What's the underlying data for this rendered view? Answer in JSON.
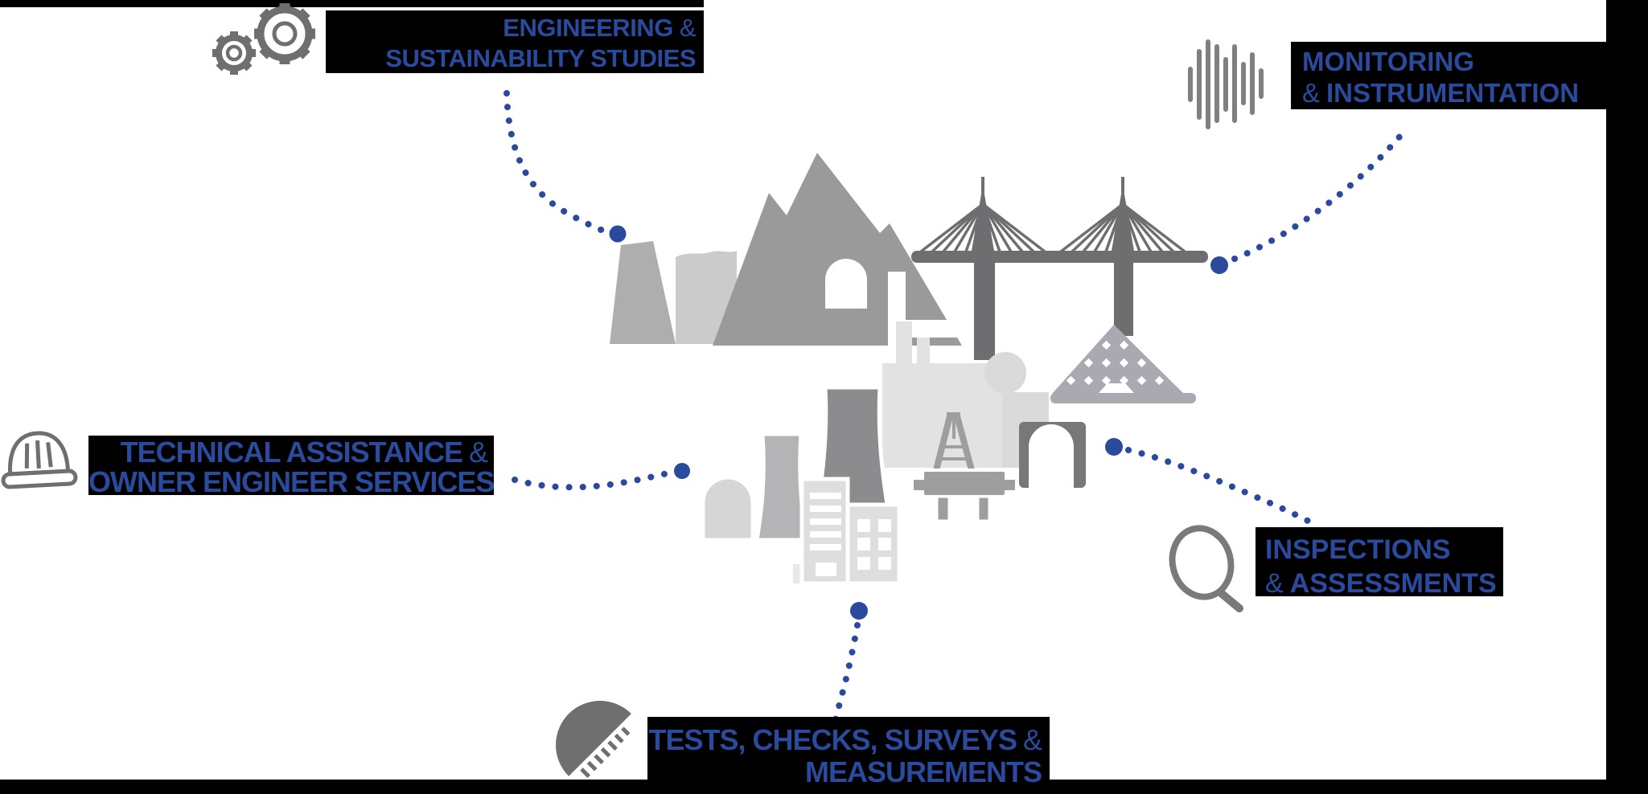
{
  "page": {
    "type": "engineering services infographic"
  },
  "colors": {
    "accent_blue": "#2a4b9d",
    "label_background": "#000000",
    "icon_gray": "#6f6f6f",
    "silhouette_dark": "#6e6e70",
    "silhouette_mid": "#9a9a9b",
    "silhouette_light": "#dedede",
    "lattice_gray": "#aba8b1"
  },
  "labels": {
    "engineering": {
      "line1": "ENGINEERING",
      "line1_amp": "&",
      "line2": "SUSTAINABILITY STUDIES"
    },
    "monitoring": {
      "line1": "MONITORING",
      "line2_amp": "&",
      "line2": "INSTRUMENTATION"
    },
    "technical": {
      "line1": "TECHNICAL ASSISTANCE",
      "line1_amp": "&",
      "line2": "OWNER ENGINEER SERVICES"
    },
    "inspections": {
      "line1": "INSPECTIONS",
      "line2_amp": "&",
      "line2": "ASSESSMENTS"
    },
    "tests": {
      "line1": "TESTS, CHECKS, SURVEYS",
      "line1_amp": "&",
      "line2": "MEASUREMENTS"
    }
  },
  "icons": {
    "engineering": "gears-icon",
    "monitoring": "waveform-icon",
    "technical": "hard-hat-icon",
    "inspections": "magnifier-icon",
    "tests": "protractor-icon"
  },
  "illustration": {
    "elements": [
      "dam",
      "mountains with tunnel",
      "cable-stayed bridge",
      "factory",
      "nuclear cooling towers",
      "lattice dam",
      "oil rig",
      "tunnel portal",
      "office building"
    ]
  }
}
